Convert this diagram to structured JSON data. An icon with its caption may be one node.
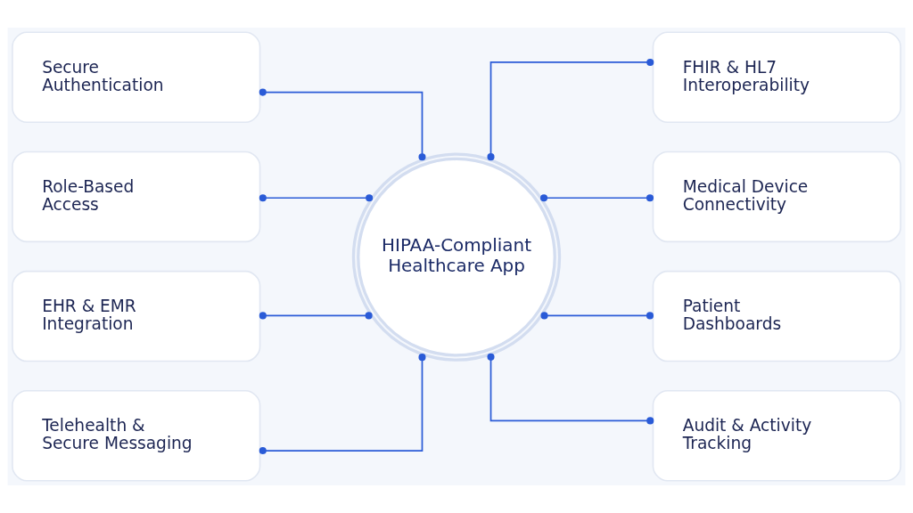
{
  "diagram": {
    "nodes": [
      {
        "text": [
          "HIPAA-Compliant Healthcare App"
        ]
      },
      {
        "text": [
          "Secure Authentication"
        ]
      },
      {
        "text": [
          "FHIR & HL7 Interoperability"
        ]
      },
      {
        "text": [
          "Role-Based Access"
        ]
      },
      {
        "text": [
          "Medical Device Connectivity"
        ]
      },
      {
        "text": [
          "EHR & EMR Integration"
        ]
      },
      {
        "text": [
          "Patient Dashboards"
        ]
      },
      {
        "text": [
          "Telehealth & Secure Messaging"
        ]
      },
      {
        "text": [
          "Audit & Activity Tracking"
        ]
      }
    ],
    "edges": [
      {
        "from": 1,
        "to": 0,
        "arrow": "other"
      },
      {
        "from": 0,
        "to": 2,
        "arrow": "other"
      },
      {
        "from": 3,
        "to": 0,
        "arrow": "other"
      },
      {
        "from": 0,
        "to": 4,
        "arrow": "other"
      },
      {
        "from": 5,
        "to": 0,
        "arrow": "other"
      },
      {
        "from": 0,
        "to": 6,
        "arrow": "other"
      },
      {
        "from": 7,
        "to": 0,
        "arrow": "other"
      },
      {
        "from": 0,
        "to": 8,
        "arrow": "other"
      }
    ]
  }
}
